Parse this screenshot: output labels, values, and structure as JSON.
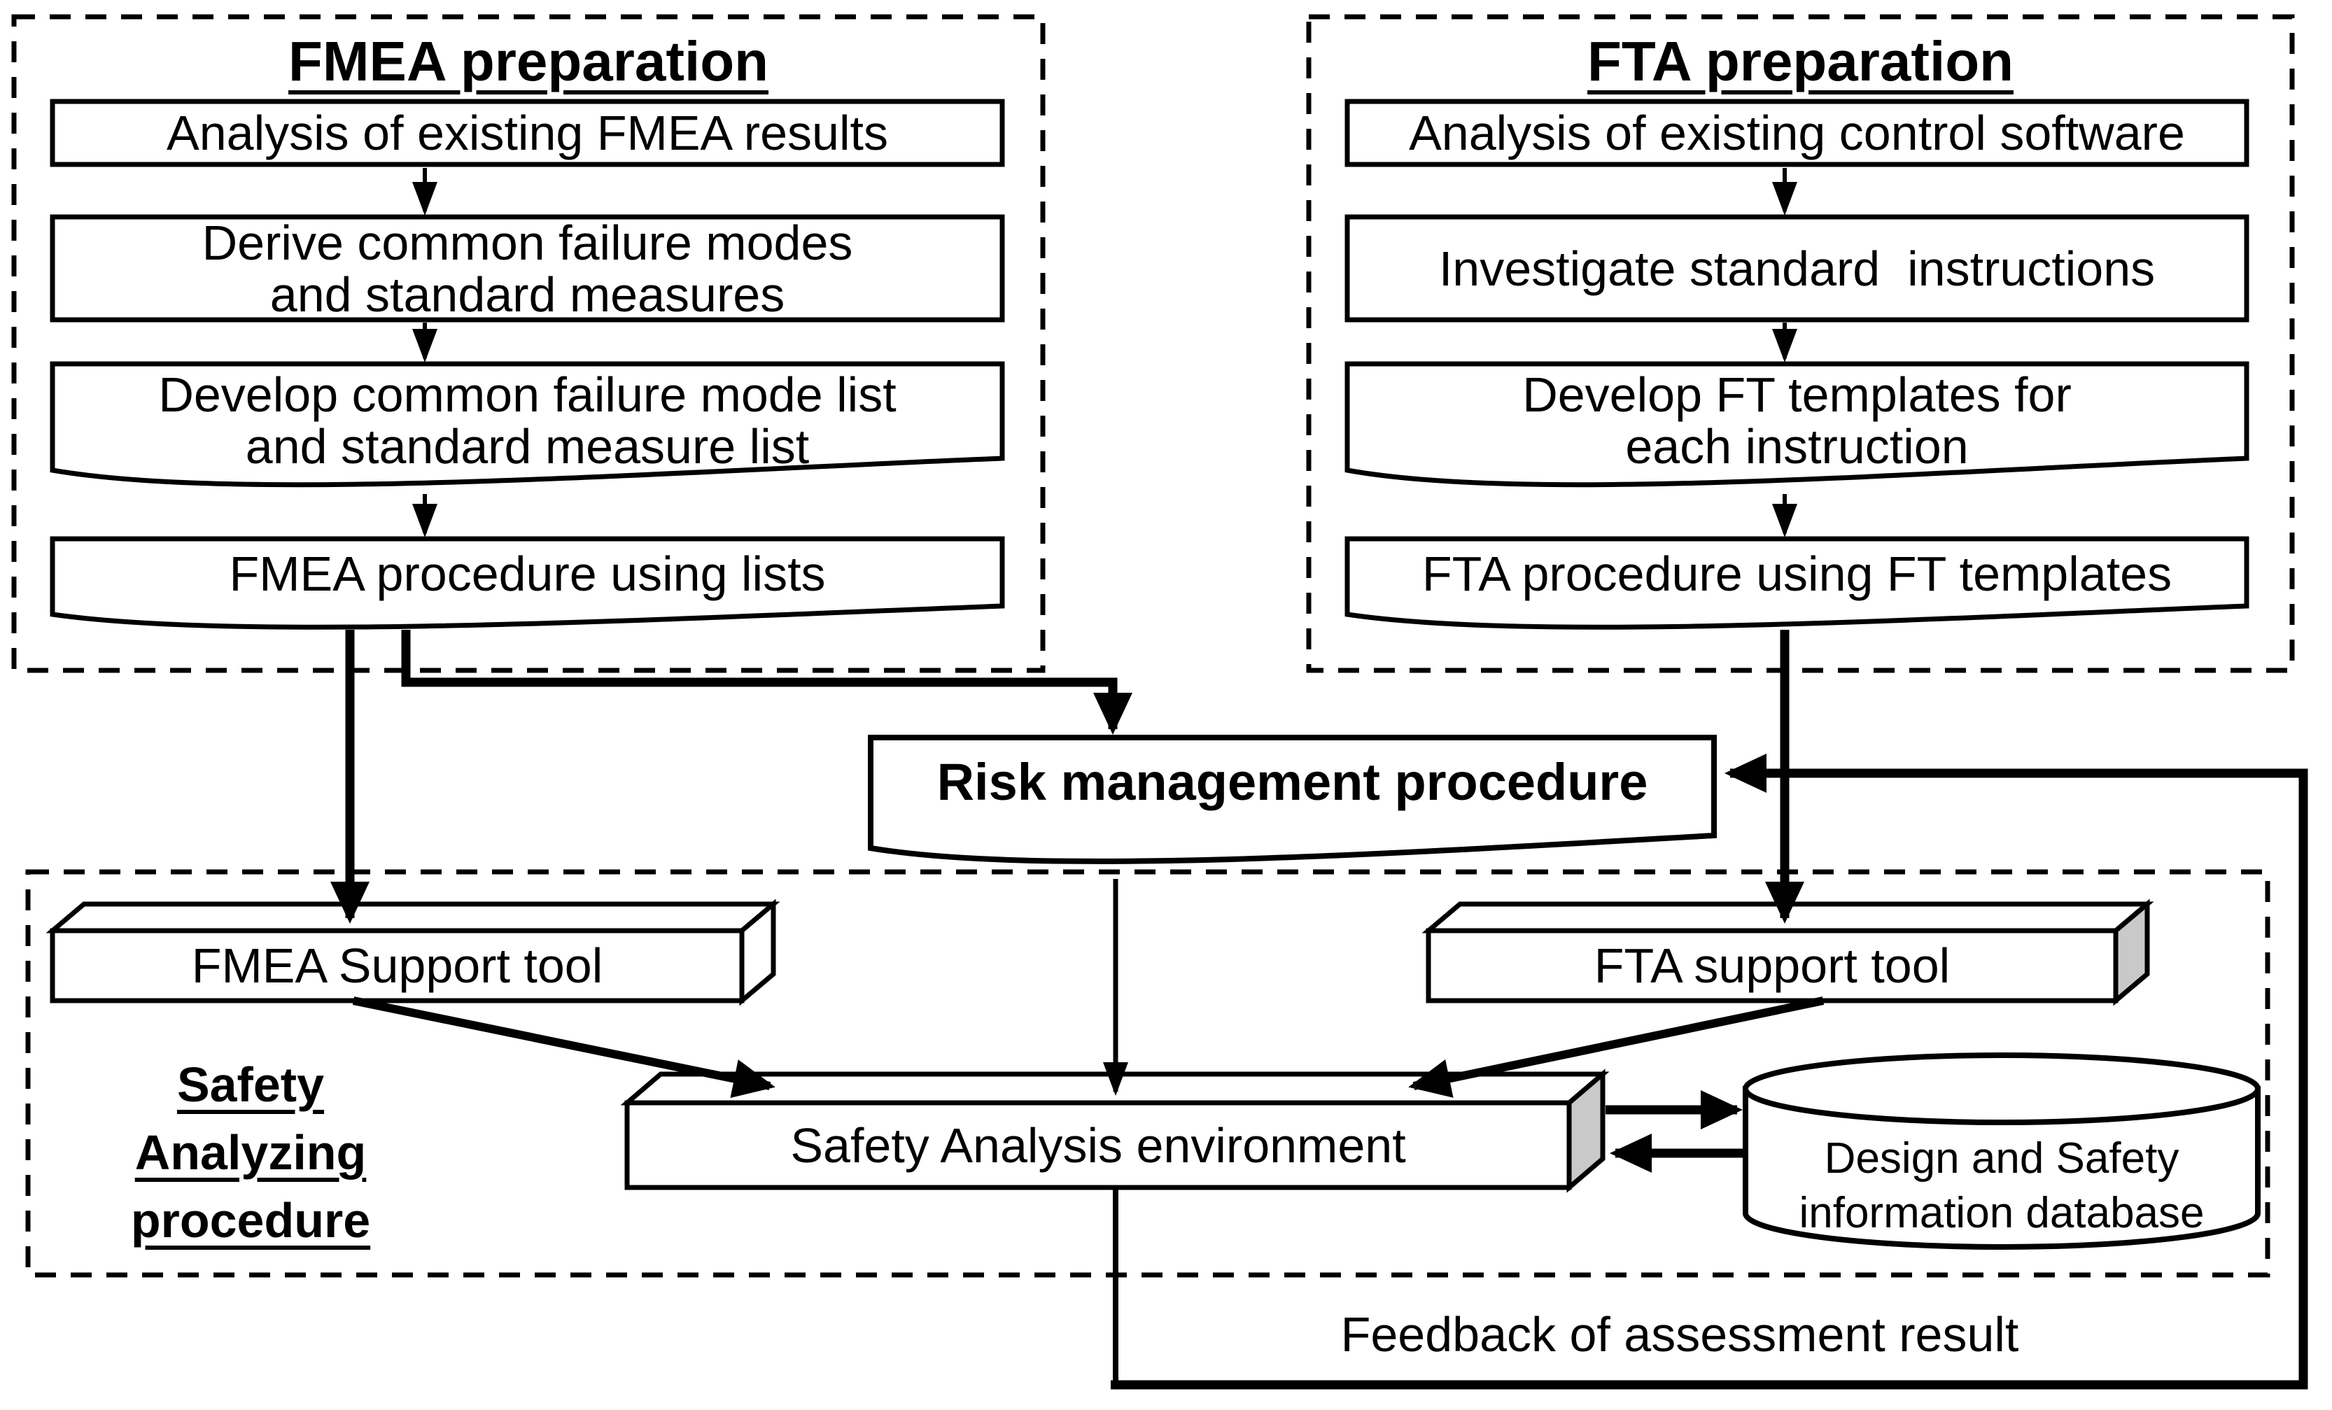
{
  "colors": {
    "ink": "#000000",
    "paper": "#ffffff",
    "side_face": "#c9c9c9"
  },
  "fmea_panel": {
    "title": "FMEA preparation",
    "steps": [
      [
        "Analysis of existing FMEA results"
      ],
      [
        "Derive common failure modes",
        "and standard measures"
      ],
      [
        "Develop common failure mode list",
        "and standard measure list"
      ],
      [
        "FMEA procedure using lists"
      ]
    ]
  },
  "fta_panel": {
    "title": "FTA preparation",
    "steps": [
      [
        "Analysis of existing control software"
      ],
      [
        "Investigate standard  instructions"
      ],
      [
        "Develop FT templates for",
        "each instruction"
      ],
      [
        "FTA procedure using FT templates"
      ]
    ]
  },
  "risk_procedure": {
    "label": "Risk management procedure"
  },
  "safety_panel": {
    "title_lines": [
      "Safety",
      "Analyzing",
      "procedure"
    ],
    "fmea_tool": "FMEA Support tool",
    "fta_tool": "FTA support tool",
    "environment": "Safety Analysis environment",
    "database_lines": [
      "Design and Safety",
      "information database"
    ]
  },
  "feedback_label": "Feedback of assessment result"
}
